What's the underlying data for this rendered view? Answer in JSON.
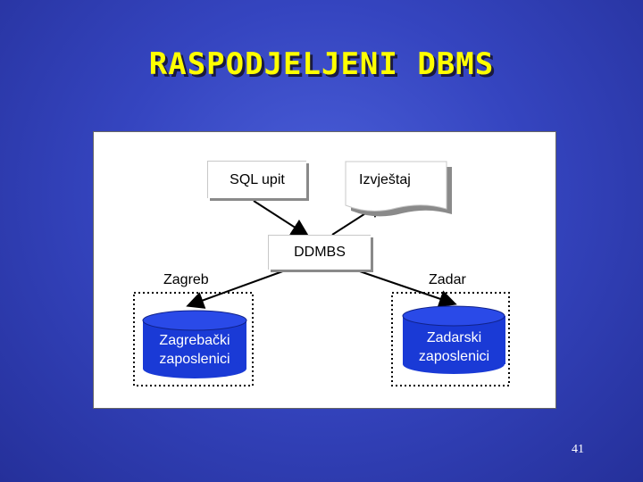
{
  "title": "RASPODJELJENI DBMS",
  "nodes": {
    "sql_query": "SQL upit",
    "report": "Izvještaj",
    "ddbms": "DDMBS"
  },
  "sites": {
    "zagreb": {
      "name": "Zagreb",
      "db_line1": "Zagrebački",
      "db_line2": "zaposlenici"
    },
    "zadar": {
      "name": "Zadar",
      "db_line1": "Zadarski",
      "db_line2": "zaposlenici"
    }
  },
  "page_number": "41",
  "colors": {
    "title": "#ffff00",
    "background": "#3545c0",
    "database": "#1a3ad6"
  }
}
